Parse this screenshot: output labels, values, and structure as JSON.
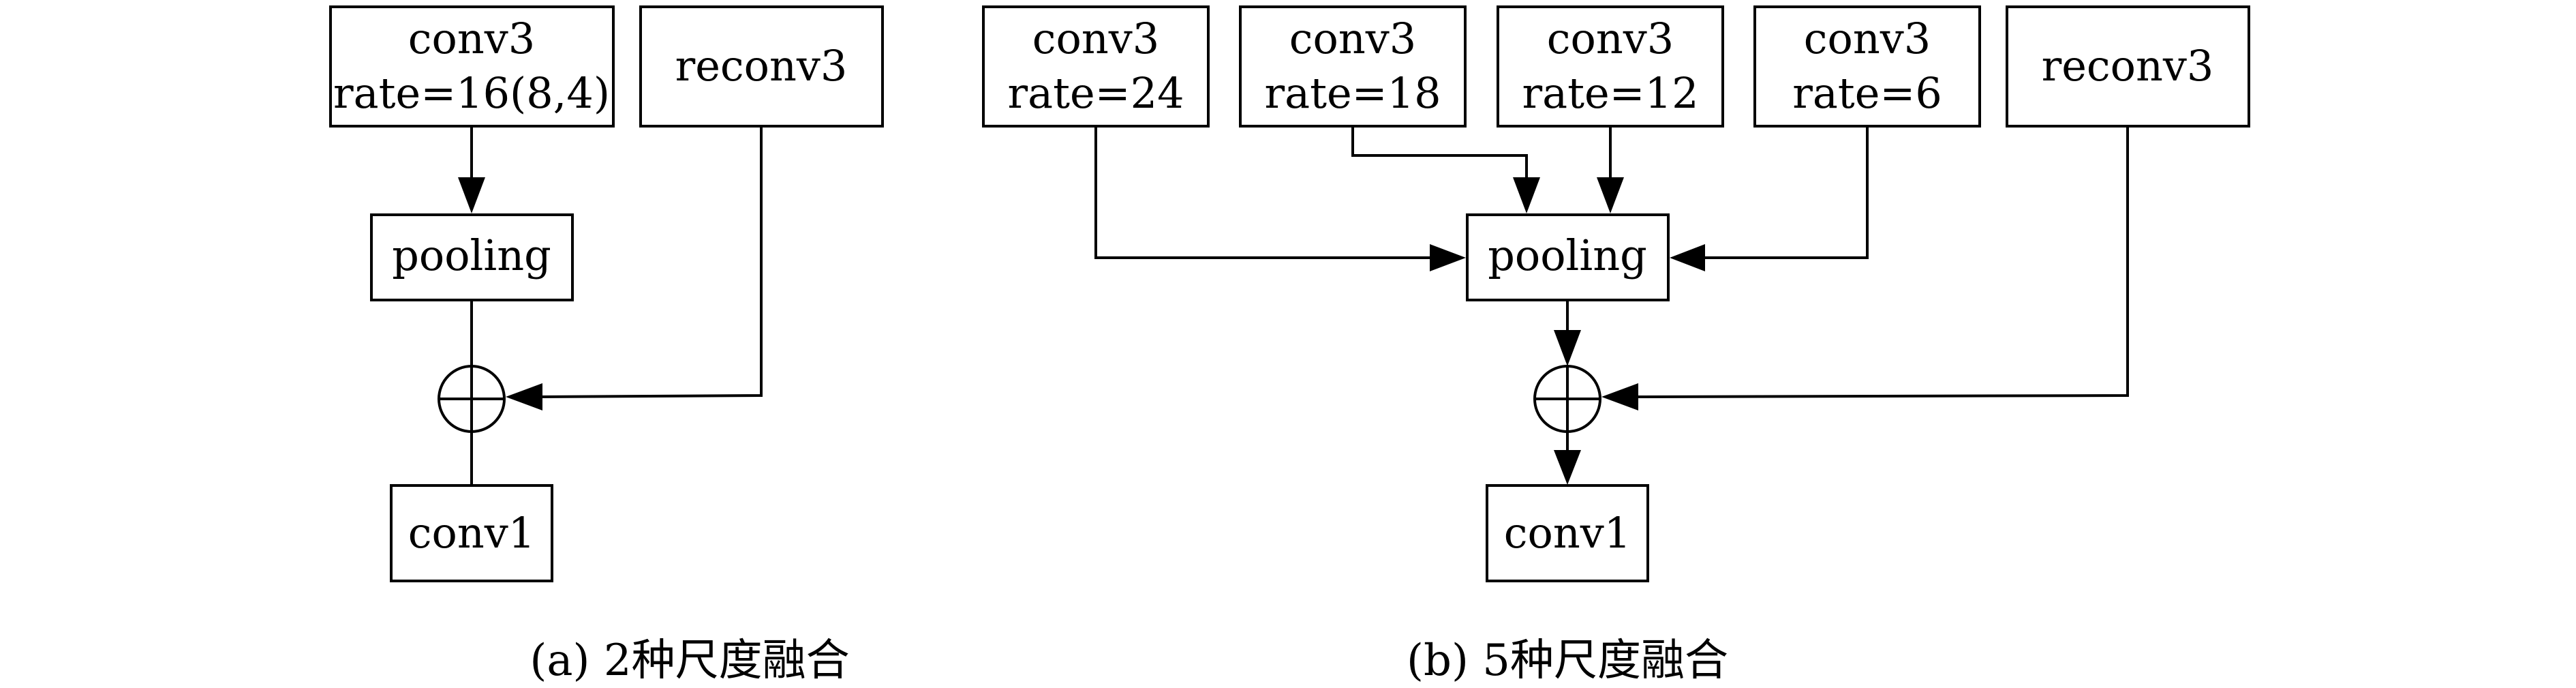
{
  "panel_a": {
    "conv3_line1": "conv3",
    "conv3_line2": "rate=16(8,4)",
    "reconv3": "reconv3",
    "pooling": "pooling",
    "conv1": "conv1",
    "caption": "(a) 2种尺度融合"
  },
  "panel_b": {
    "conv3_24_line1": "conv3",
    "conv3_24_line2": "rate=24",
    "conv3_18_line1": "conv3",
    "conv3_18_line2": "rate=18",
    "conv3_12_line1": "conv3",
    "conv3_12_line2": "rate=12",
    "conv3_6_line1": "conv3",
    "conv3_6_line2": "rate=6",
    "reconv3": "reconv3",
    "pooling": "pooling",
    "conv1": "conv1",
    "caption": "(b) 5种尺度融合"
  }
}
